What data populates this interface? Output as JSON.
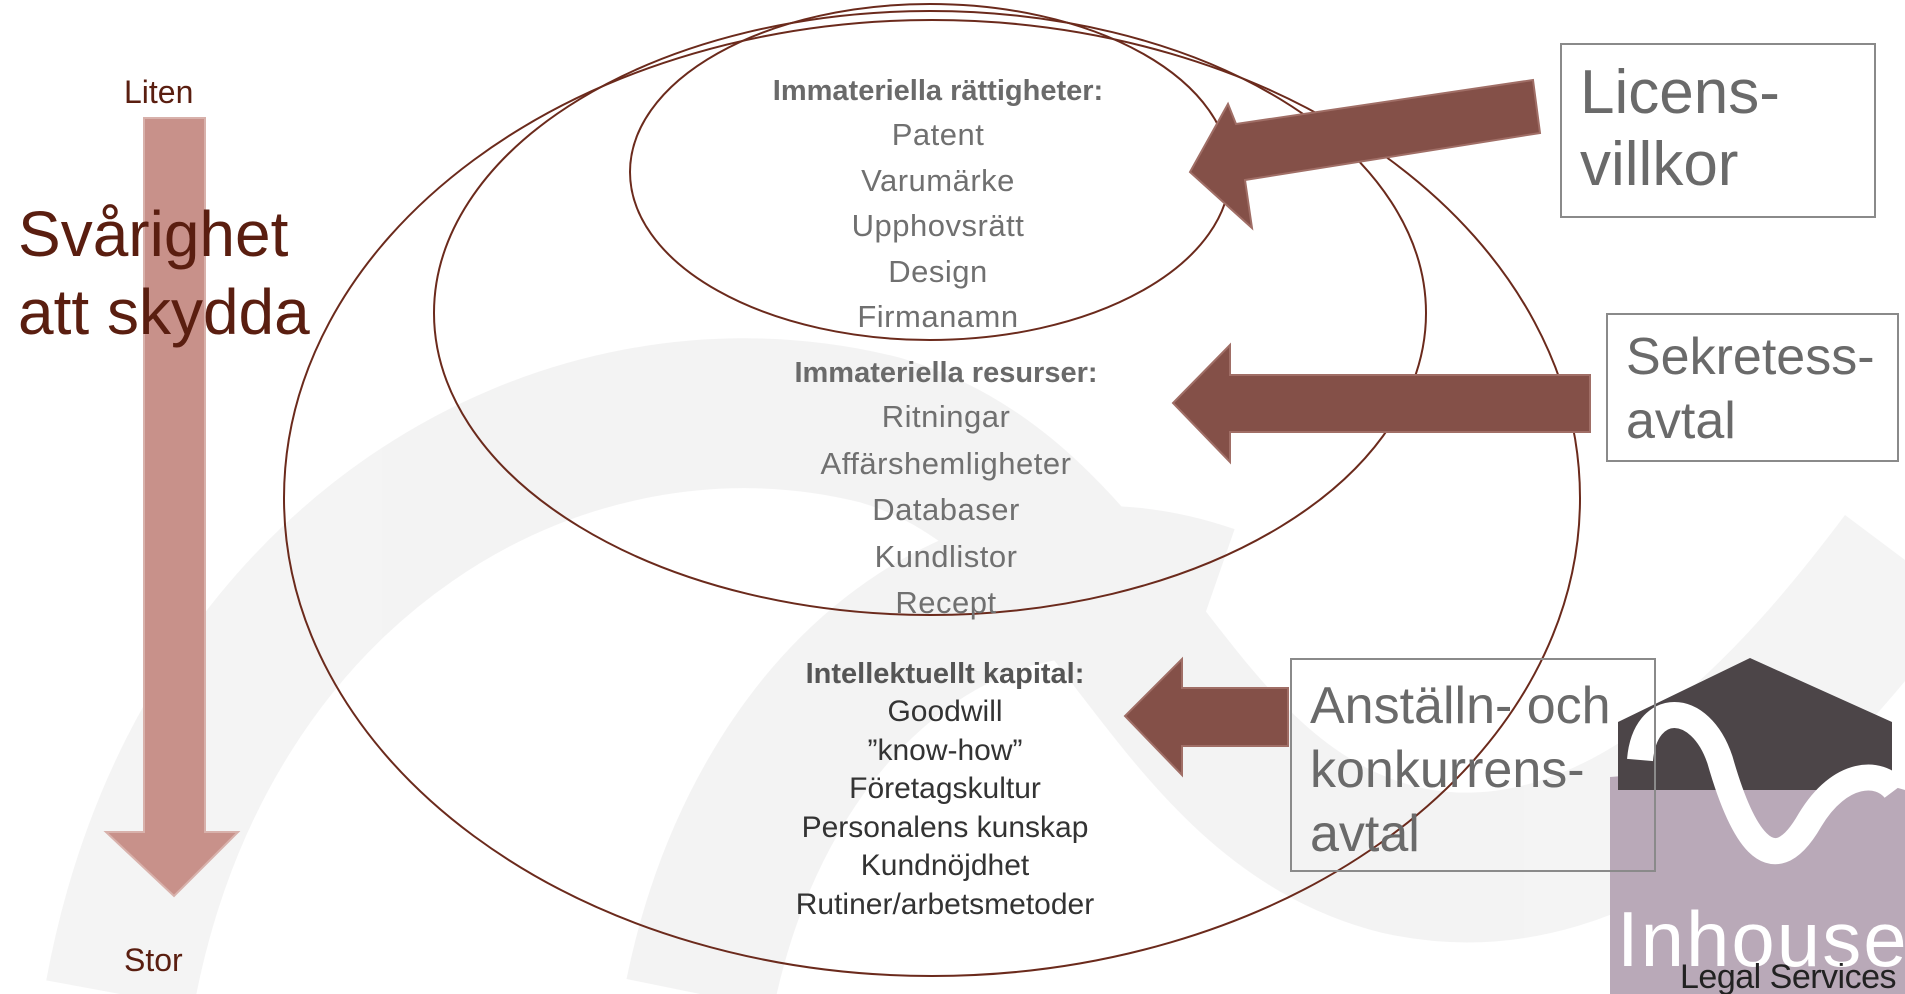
{
  "axis": {
    "top_label": "Liten",
    "bottom_label": "Stor",
    "title_line1": "Svårighet",
    "title_line2": "att skydda"
  },
  "groups": [
    {
      "heading": "Immateriella rättigheter:",
      "items": [
        "Patent",
        "Varumärke",
        "Upphovsrätt",
        "Design",
        "Firmanamn"
      ]
    },
    {
      "heading": "Immateriella resurser:",
      "items": [
        "Ritningar",
        "Affärshemligheter",
        "Databaser",
        "Kundlistor",
        "Recept"
      ]
    },
    {
      "heading": "Intellektuellt kapital:",
      "items": [
        "Goodwill",
        "”know-how”",
        "Företagskultur",
        "Personalens kunskap",
        "Kundnöjdhet",
        "Rutiner/arbetsmetoder"
      ]
    }
  ],
  "agreements": {
    "licens": [
      "Licens-",
      "villkor"
    ],
    "sekretess": [
      "Sekretess-",
      "avtal"
    ],
    "anstallning": [
      "Anställn- och",
      "konkurrens-",
      "avtal"
    ]
  },
  "logo": {
    "name": "Inhouse",
    "sub": "Legal Services"
  },
  "colors": {
    "arrow_dark": "#845048",
    "arrow_light": "#c8918a",
    "outline": "#6b2a1c",
    "title_text": "#5a1e10",
    "logo_dark": "#4c4548",
    "logo_light": "#b9a9b8"
  }
}
